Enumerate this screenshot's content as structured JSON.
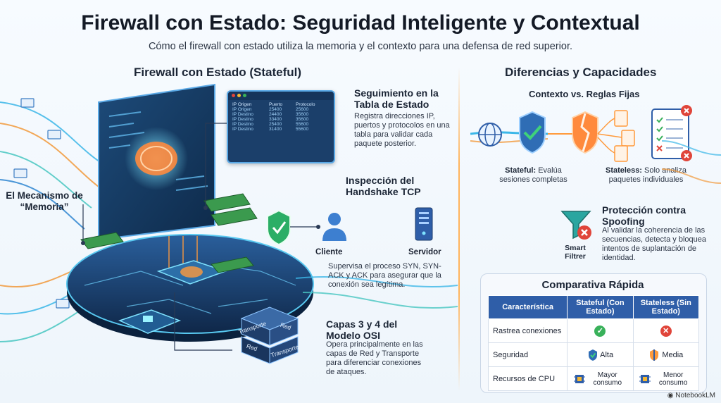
{
  "title": "Firewall con Estado: Seguridad Inteligente y Contextual",
  "subtitle": "Cómo el firewall con estado utiliza la memoria y el contexto para una defensa de red superior.",
  "left": {
    "heading": "Firewall con Estado (Stateful)",
    "memory_label": "El Mecanismo de “Memoria”",
    "state_table": {
      "headers": [
        "IP Origen",
        "Puerto",
        "Protocolo"
      ],
      "rows": [
        [
          "IP Origen",
          "25400",
          "25600"
        ],
        [
          "IP Destino",
          "24400",
          "35600"
        ],
        [
          "IP Destino",
          "33400",
          "35600"
        ],
        [
          "IP Destino",
          "25400",
          "55600"
        ],
        [
          "IP Destino",
          "31400",
          "55600"
        ]
      ]
    },
    "tracking": {
      "title": "Seguimiento en la Tabla de Estado",
      "text": "Registra direcciones IP, puertos y protocolos en una tabla para validar cada paquete posterior."
    },
    "handshake": {
      "title": "Inspección del Handshake TCP",
      "client": "Cliente",
      "server": "Servidor",
      "text": "Supervisa el proceso SYN, SYN-ACK y ACK para asegurar que la conexión sea legítima."
    },
    "layers": {
      "title": "Capas 3 y 4 del Modelo OSI",
      "text": "Opera principalmente en las capas de Red y Transporte para diferenciar conexiones de ataques.",
      "cube_top": [
        "Transporte",
        "Red"
      ],
      "cube_bottom": [
        "Red",
        "Transporte"
      ]
    }
  },
  "right": {
    "heading": "Diferencias y Capacidades",
    "context_title": "Contexto vs. Reglas Fijas",
    "stateful_prefix": "Stateful:",
    "stateful_desc": "Evalúa sesiones completas",
    "stateless_prefix": "Stateless:",
    "stateless_desc": "Solo analiza paquetes individuales",
    "spoofing": {
      "title": "Protección contra Spoofing",
      "icon_label": "Smart Filtrer",
      "text": "Al validar la coherencia de las secuencias, detecta y bloquea intentos de suplantación de identidad."
    },
    "comparison": {
      "title": "Comparativa Rápida",
      "headers": [
        "Característica",
        "Stateful (Con Estado)",
        "Stateless (Sin Estado)"
      ],
      "rows": [
        {
          "feature": "Rastrea conexiones",
          "stateful": "",
          "stateless": ""
        },
        {
          "feature": "Seguridad",
          "stateful": "Alta",
          "stateless": "Media"
        },
        {
          "feature": "Recursos de CPU",
          "stateful": "Mayor consumo",
          "stateless": "Menor consumo"
        }
      ]
    }
  },
  "footer": "NotebookLM",
  "colors": {
    "accent_blue": "#2f5ea8",
    "orange": "#ff9a3c",
    "green": "#39b15a",
    "red": "#e0453a"
  }
}
